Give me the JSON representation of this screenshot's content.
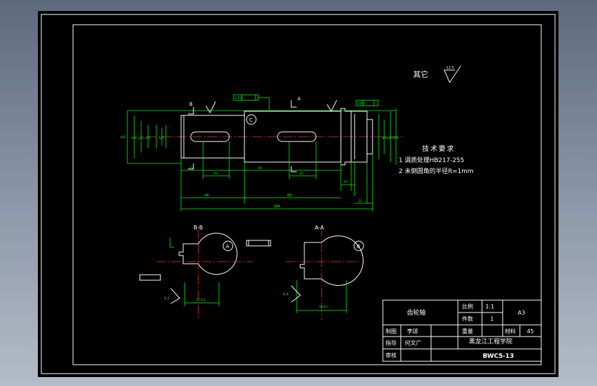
{
  "drawing": {
    "surface_roughness_label": "其它",
    "surface_roughness_value": "12.5",
    "section_bb": "B-B",
    "section_aa": "A-A",
    "marker_b": "B",
    "marker_a": "A",
    "marker_c": "C",
    "dim_overall": "194",
    "dim_left": "46",
    "dim_mid": "88"
  },
  "requirements": {
    "heading": "技术要求",
    "items": [
      "1  调质处理HB217-255",
      "2  未倒圆角的半径R=1mm"
    ]
  },
  "title_block": {
    "part_name": "齿轮轴",
    "scale_label": "比例",
    "scale_value": "1:1",
    "count_label": "件数",
    "count_value": "1",
    "weight_label": "重量",
    "sheet_size": "A3",
    "material_label": "材料",
    "material_value": "45",
    "drawn_label": "制图",
    "drawn_by": "李颂",
    "advisor_label": "指导",
    "advisor_name": "何文广",
    "review_label": "审核",
    "school": "黑龙江工程学院",
    "drawing_no": "BWC5-13"
  },
  "colors": {
    "background": "#000000",
    "outline": "#ffffff",
    "dimension": "#00ff00",
    "centerline": "#ff3030",
    "hatch": "#00ff00"
  }
}
